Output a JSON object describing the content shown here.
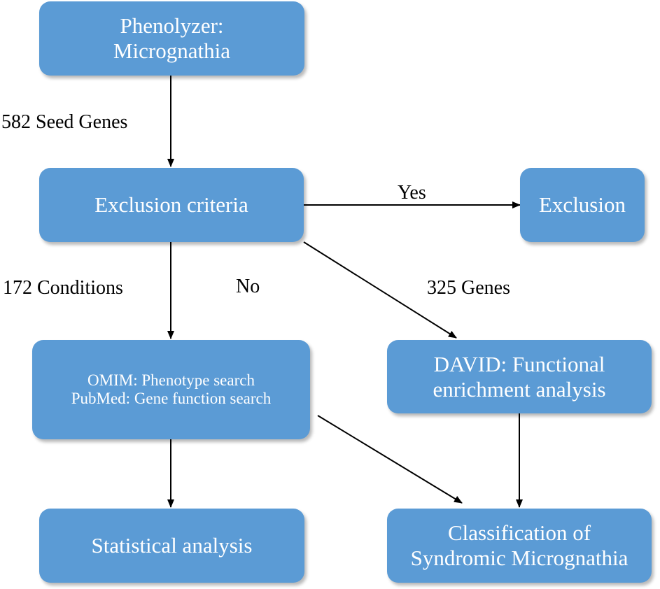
{
  "nodes": {
    "phenolyzer": {
      "lines": [
        "Phenolyzer:",
        "Micrognathia"
      ]
    },
    "exclusion_criteria": {
      "lines": [
        "Exclusion criteria"
      ]
    },
    "exclusion": {
      "lines": [
        "Exclusion"
      ]
    },
    "omim_pubmed": {
      "lines": [
        "OMIM: Phenotype search",
        "PubMed: Gene function search"
      ]
    },
    "david": {
      "lines": [
        "DAVID: Functional",
        "enrichment analysis"
      ]
    },
    "statistical": {
      "lines": [
        "Statistical analysis"
      ]
    },
    "classification": {
      "lines": [
        "Classification of",
        "Syndromic Micrognathia"
      ]
    }
  },
  "edge_labels": {
    "seed_genes": "582 Seed Genes",
    "yes": "Yes",
    "conditions": "172 Conditions",
    "no": "No",
    "genes": "325 Genes"
  },
  "colors": {
    "box_fill": "#5b9bd5",
    "box_text": "#ffffff",
    "arrow": "#000000"
  }
}
